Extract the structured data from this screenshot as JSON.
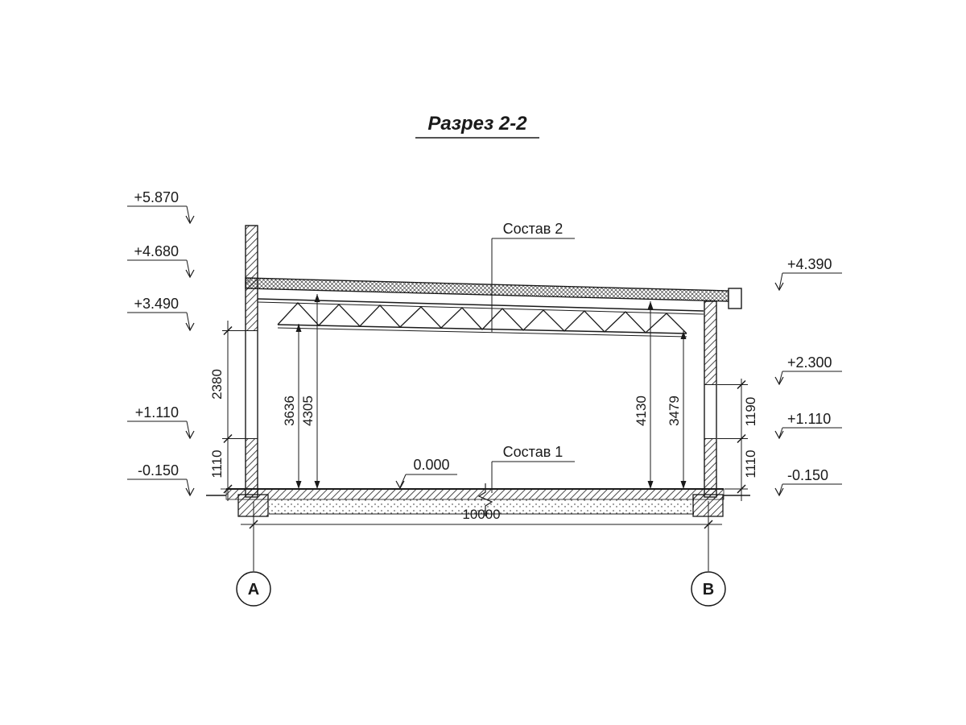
{
  "title": "Разрез 2-2",
  "elevations": {
    "left": [
      "+5.870",
      "+4.680",
      "+3.490",
      "+1.110",
      "-0.150"
    ],
    "right": [
      "+4.390",
      "+2.300",
      "+1.110",
      "-0.150"
    ]
  },
  "labels": {
    "roof_composition": "Состав 2",
    "floor_composition": "Состав 1",
    "zero_level": "0.000"
  },
  "dimensions": {
    "interior": [
      "3636",
      "4305",
      "4130",
      "3479"
    ],
    "left_chain": [
      "2380",
      "1110"
    ],
    "right_chain": [
      "1190",
      "1110"
    ],
    "overall_span": "10000"
  },
  "axes": {
    "left": "А",
    "right": "В"
  },
  "colors": {
    "line": "#1a1a1a",
    "background": "#ffffff"
  }
}
